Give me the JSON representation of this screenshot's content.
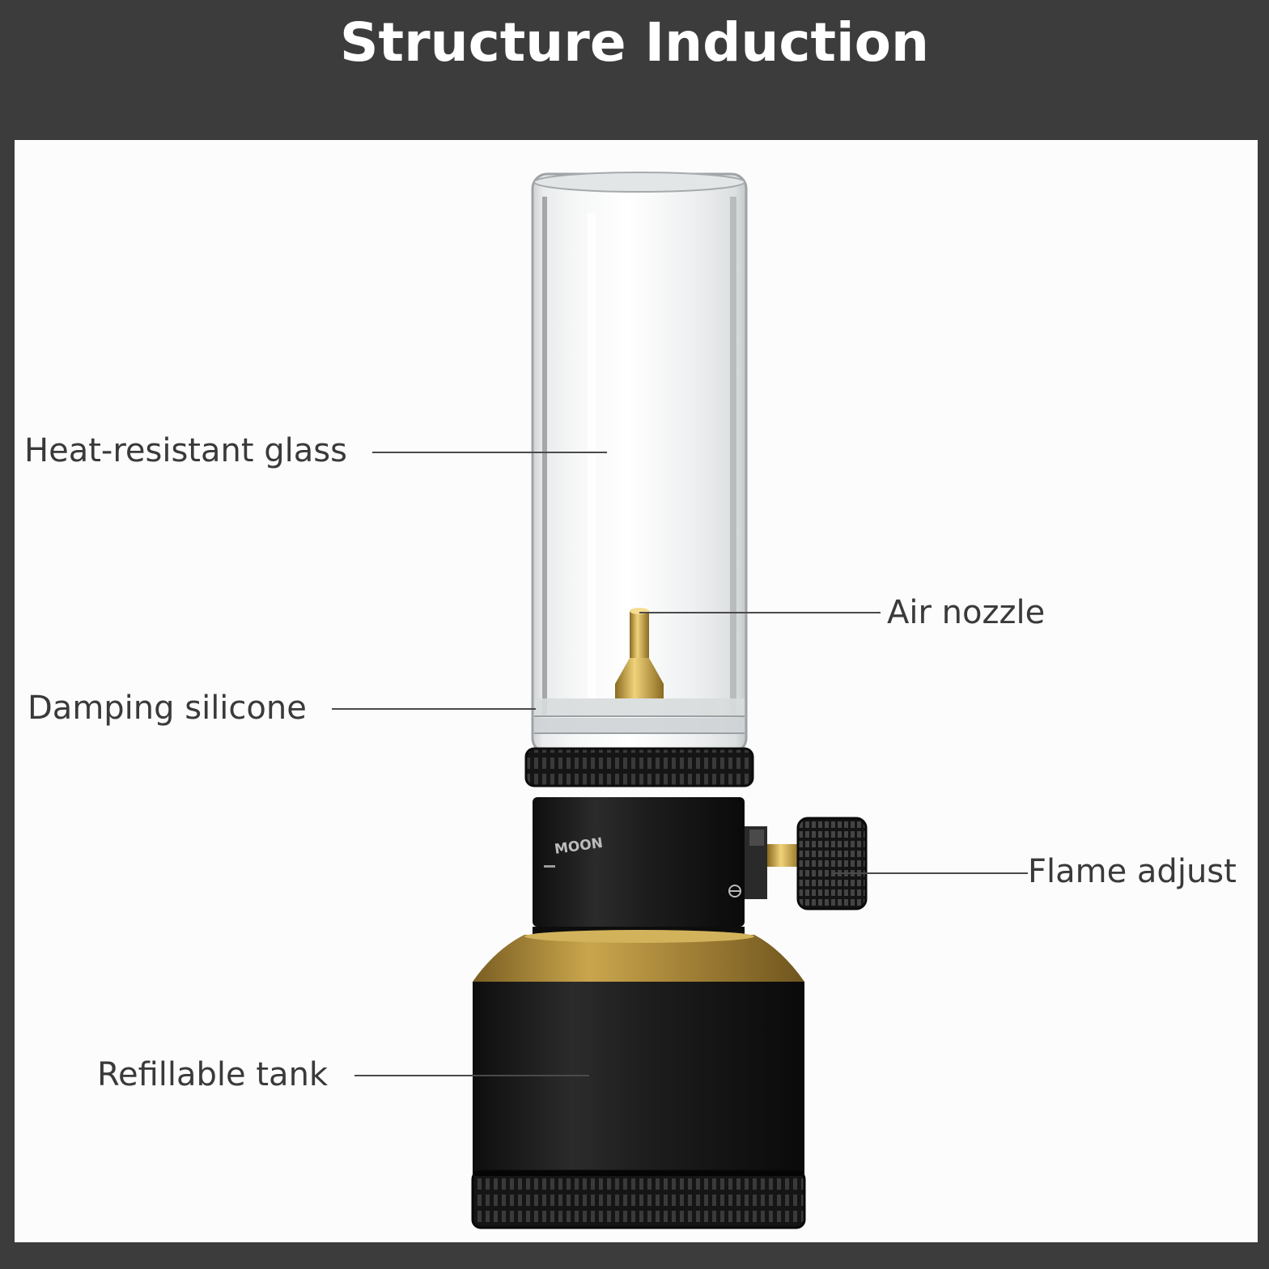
{
  "header": {
    "title": "Structure Induction"
  },
  "callouts": {
    "glass": "Heat-resistant glass",
    "nozzle": "Air nozzle",
    "silicone": "Damping silicone",
    "flame": "Flame adjust",
    "tank": "Refillable tank"
  },
  "product": {
    "engraving": "MOON"
  },
  "colors": {
    "header_bg": "#3c3c3c",
    "panel_bg": "#fcfcfc",
    "body_black": "#1c1c1c",
    "brass": "#b8943e",
    "text": "#3a3a3a"
  }
}
